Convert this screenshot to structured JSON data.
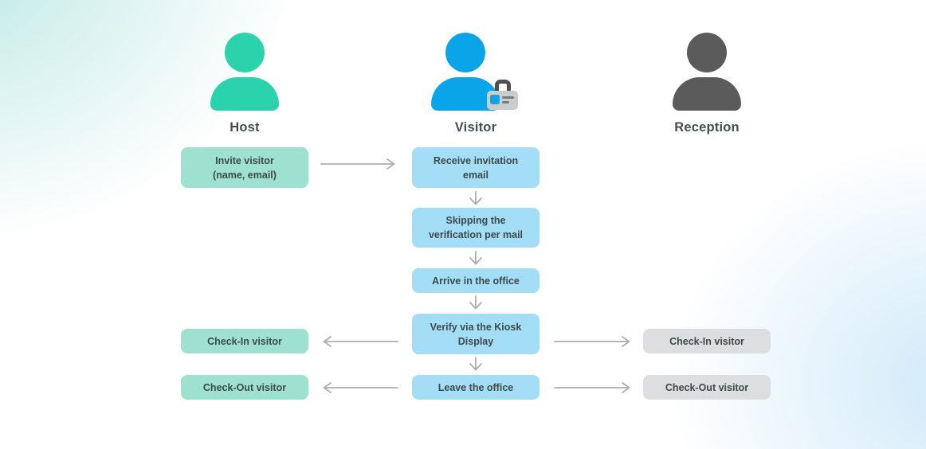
{
  "lanes": {
    "host": {
      "label": "Host",
      "icon": "person-icon"
    },
    "visitor": {
      "label": "Visitor",
      "icon": "person-with-id-badge-icon"
    },
    "reception": {
      "label": "Reception",
      "icon": "person-icon"
    }
  },
  "nodes": {
    "host_invite": "Invite visitor\n(name, email)",
    "visitor_receive": "Receive invitation\nemail",
    "visitor_skip": "Skipping the\nverification per mail",
    "visitor_arrive": "Arrive in the office",
    "visitor_verify": "Verify via the Kiosk\nDisplay",
    "visitor_leave": "Leave the office",
    "host_checkin": "Check-In visitor",
    "host_checkout": "Check-Out visitor",
    "reception_checkin": "Check-In visitor",
    "reception_checkout": "Check-Out visitor"
  },
  "edges": [
    {
      "from": "host_invite",
      "to": "visitor_receive",
      "direction": "right"
    },
    {
      "from": "visitor_receive",
      "to": "visitor_skip",
      "direction": "down"
    },
    {
      "from": "visitor_skip",
      "to": "visitor_arrive",
      "direction": "down"
    },
    {
      "from": "visitor_arrive",
      "to": "visitor_verify",
      "direction": "down"
    },
    {
      "from": "visitor_verify",
      "to": "host_checkin",
      "direction": "left"
    },
    {
      "from": "visitor_verify",
      "to": "reception_checkin",
      "direction": "right"
    },
    {
      "from": "visitor_verify",
      "to": "visitor_leave",
      "direction": "down"
    },
    {
      "from": "visitor_leave",
      "to": "host_checkout",
      "direction": "left"
    },
    {
      "from": "visitor_leave",
      "to": "reception_checkout",
      "direction": "right"
    }
  ],
  "colors": {
    "host_icon": "#2bd3ad",
    "host_node_bg": "#9fe1d1",
    "visitor_icon": "#0aa5e9",
    "visitor_node_bg": "#a3ddf6",
    "reception_icon": "#5b5b5b",
    "reception_node_bg": "#dcdedf",
    "badge_card": "#c9cdcd",
    "badge_photo": "#18a0e4",
    "arrow": "#adadad",
    "text": "#3c4a4b"
  }
}
